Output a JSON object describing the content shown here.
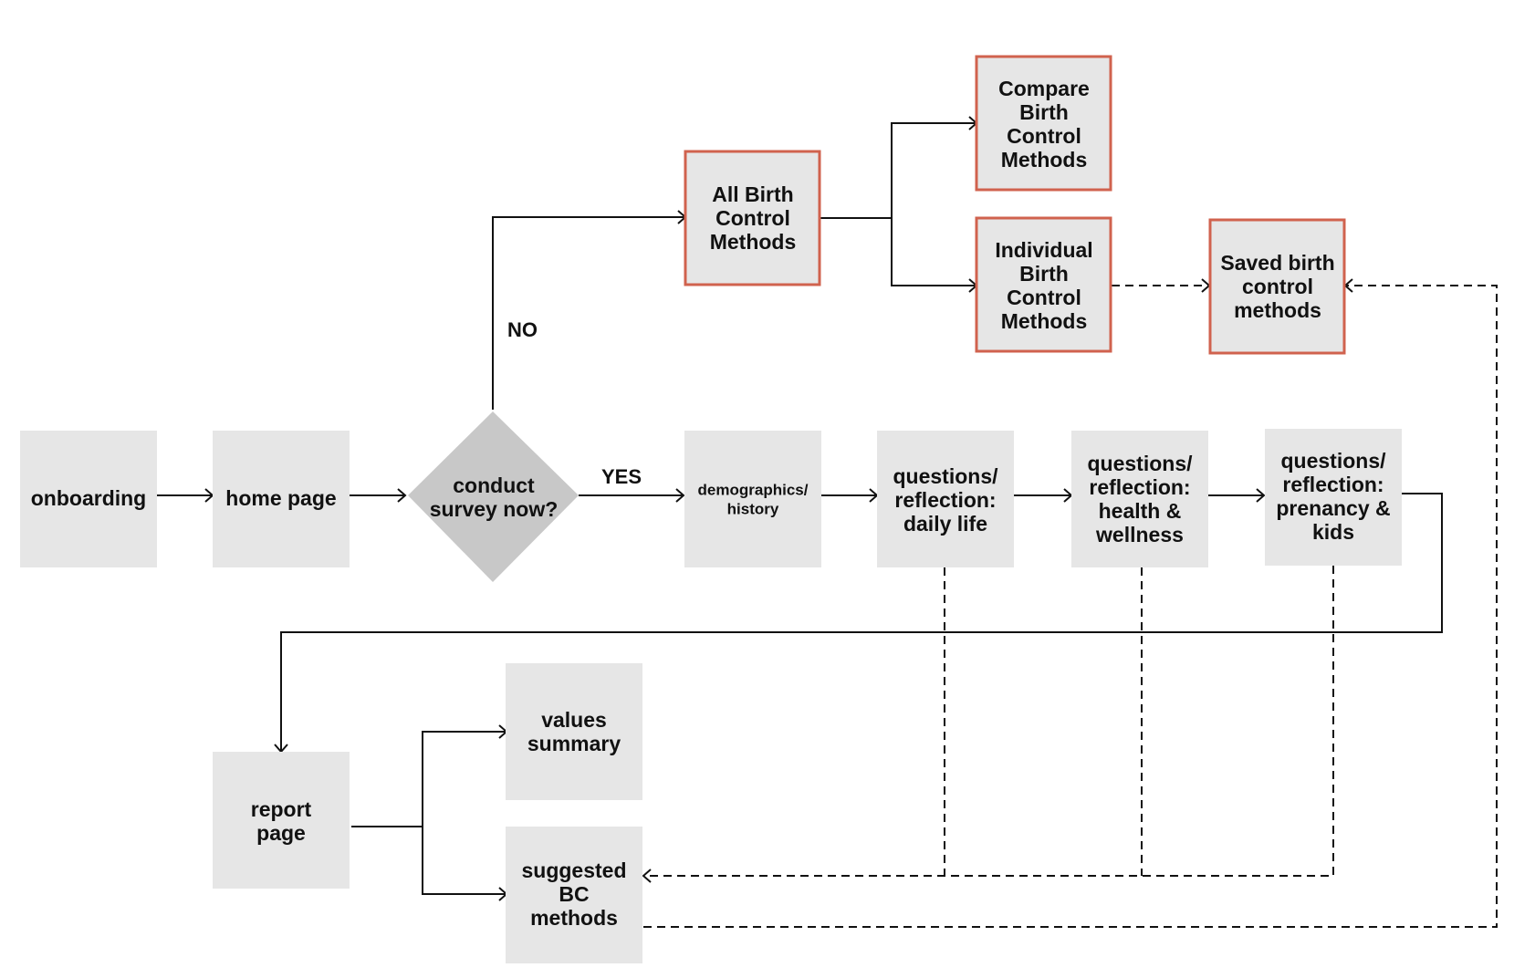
{
  "nodes": {
    "onboarding": {
      "lines": [
        "onboarding"
      ]
    },
    "home_page": {
      "lines": [
        "home page"
      ]
    },
    "conduct_survey": {
      "lines": [
        "conduct",
        "survey now?"
      ]
    },
    "all_bc_methods": {
      "lines": [
        "All Birth",
        "Control",
        "Methods"
      ]
    },
    "compare_bc_methods": {
      "lines": [
        "Compare",
        "Birth",
        "Control",
        "Methods"
      ]
    },
    "individual_bc_methods": {
      "lines": [
        "Individual",
        "Birth",
        "Control",
        "Methods"
      ]
    },
    "saved_bc_methods": {
      "lines": [
        "Saved birth",
        "control",
        "methods"
      ]
    },
    "demographics": {
      "lines": [
        "demographics/",
        "history"
      ]
    },
    "q_daily_life": {
      "lines": [
        "questions/",
        "reflection:",
        "daily life"
      ]
    },
    "q_health": {
      "lines": [
        "questions/",
        "reflection:",
        "health &",
        "wellness"
      ]
    },
    "q_pregnancy": {
      "lines": [
        "questions/",
        "reflection:",
        "prenancy &",
        "kids"
      ]
    },
    "report_page": {
      "lines": [
        "report",
        "page"
      ]
    },
    "values_summary": {
      "lines": [
        "values",
        "summary"
      ]
    },
    "suggested_bc": {
      "lines": [
        "suggested",
        "BC",
        "methods"
      ]
    }
  },
  "labels": {
    "no": "NO",
    "yes": "YES"
  },
  "colors": {
    "box_fill": "#e6e6e6",
    "diamond_fill": "#c8c8c8",
    "highlight_border": "#d0624e",
    "line": "#111111",
    "text": "#111111"
  }
}
